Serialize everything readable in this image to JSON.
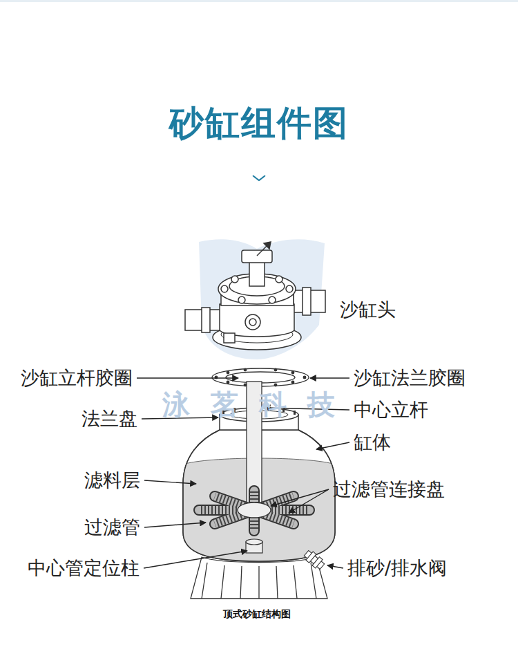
{
  "diagram": {
    "title": "砂缸组件图",
    "caption": "顶式砂缸结构图",
    "labels": [
      "沙缸头",
      "沙缸立杆胶圈",
      "沙缸法兰胶圈",
      "法兰盘",
      "中心立杆",
      "缸体",
      "滤料层",
      "过滤管连接盘",
      "过滤管",
      "中心管定位柱",
      "排砂/排水阀",
      "泳茗科技"
    ]
  }
}
